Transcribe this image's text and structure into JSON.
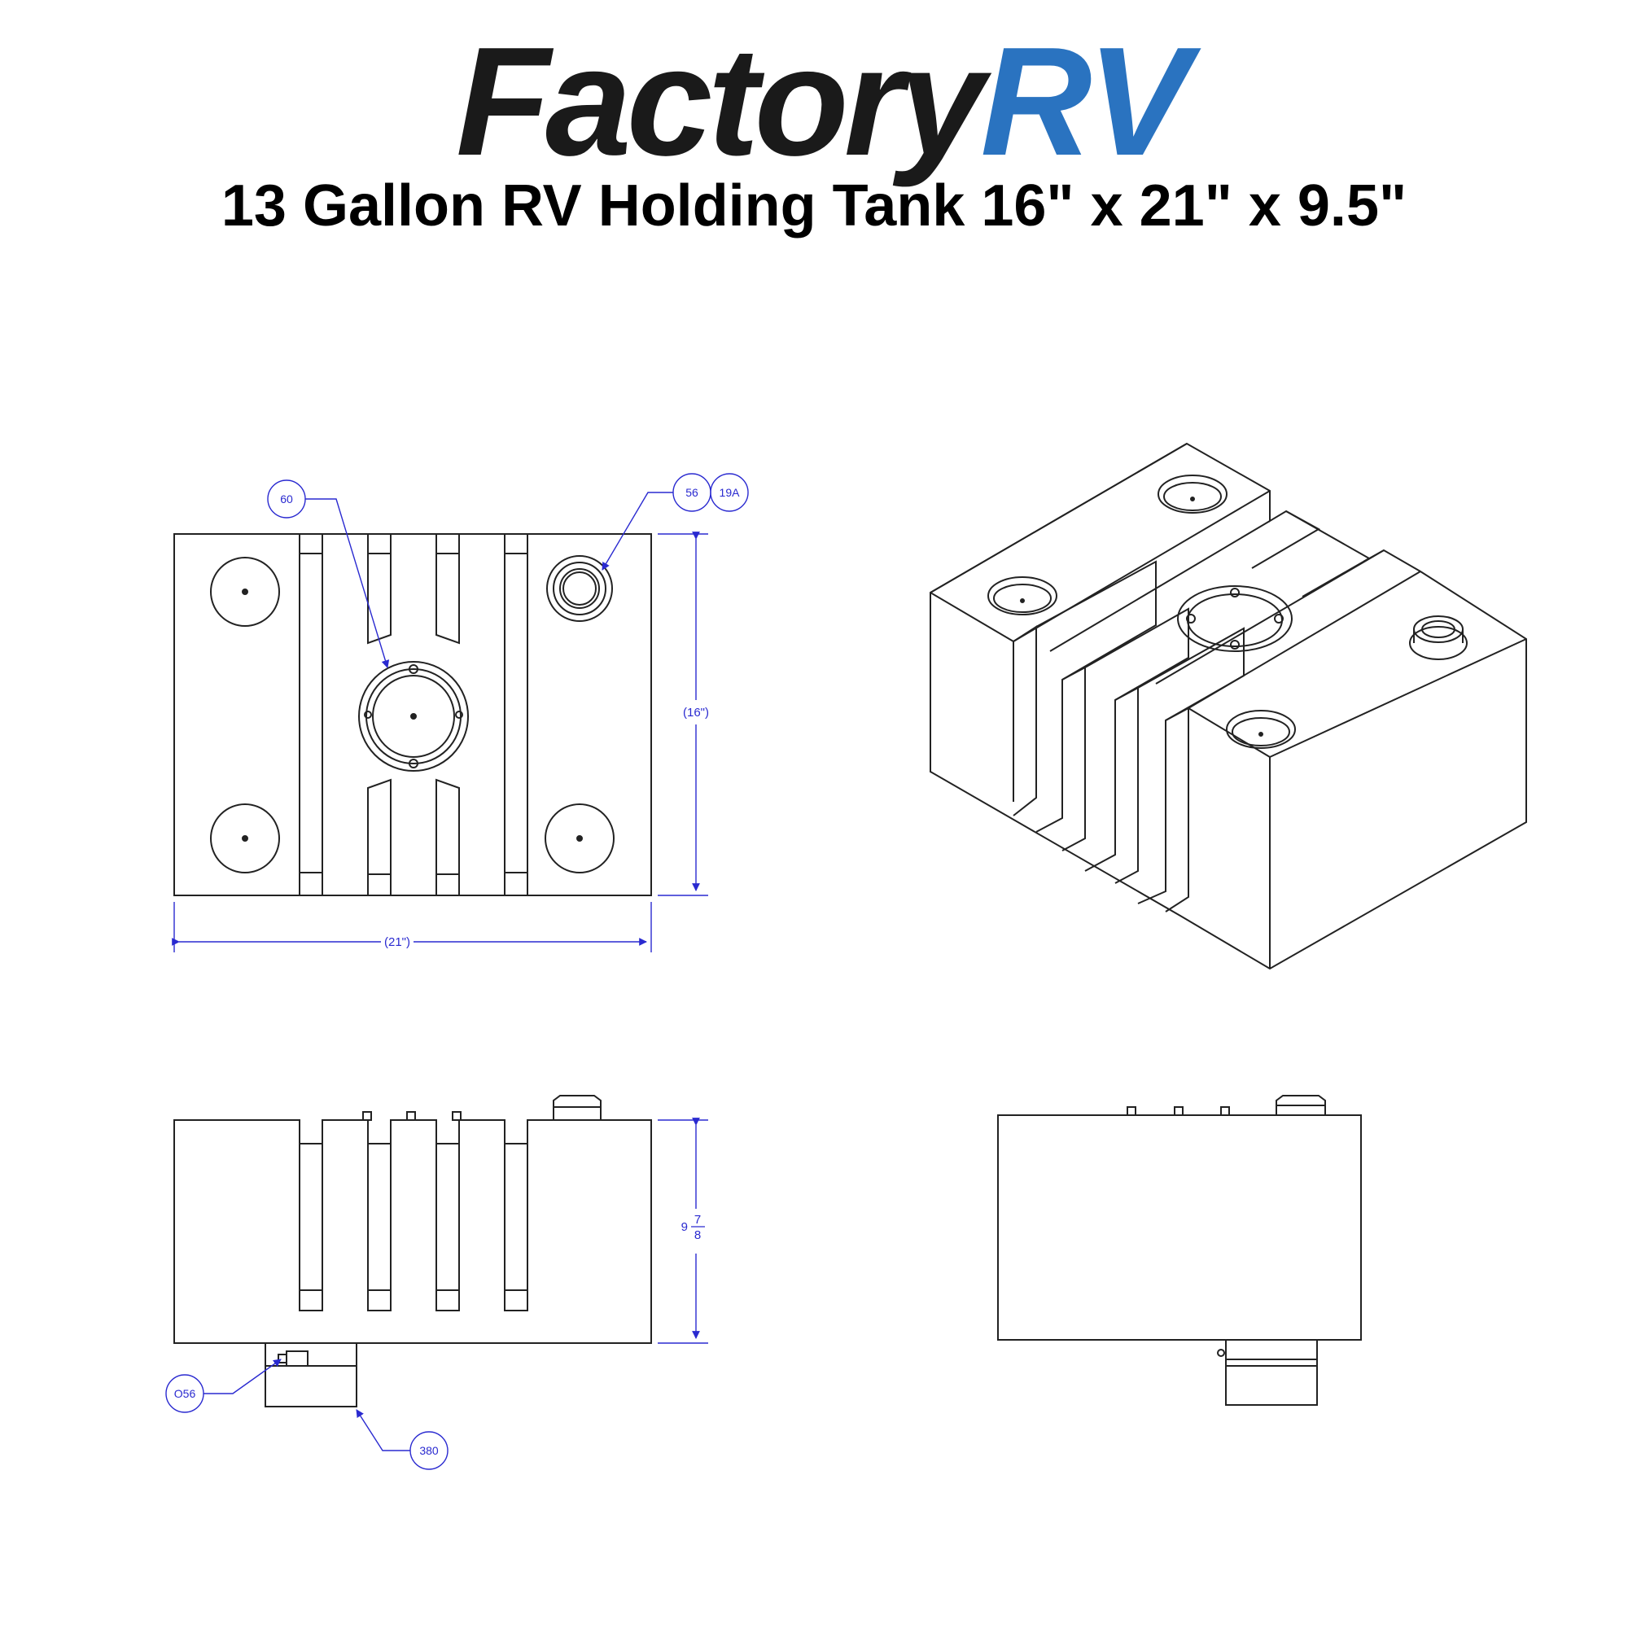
{
  "brand": {
    "name_dark": "Factory",
    "name_blue": "RV",
    "colors": {
      "blue": "#2a73c0",
      "dark": "#1a1a1a",
      "annotation": "#2a2ad0"
    }
  },
  "title": "13 Gallon RV Holding Tank 16\" x 21\" x 9.5\"",
  "top_view": {
    "balloons": {
      "fitting_center": "60",
      "fitting_a": "56",
      "fitting_b": "19A"
    },
    "dim_height": "(16\")",
    "dim_width": "(21\")"
  },
  "front_view": {
    "dim_height_whole": "9",
    "dim_height_frac_num": "7",
    "dim_height_frac_den": "8",
    "balloons": {
      "drain_valve": "O56",
      "drain_pipe": "380"
    }
  }
}
